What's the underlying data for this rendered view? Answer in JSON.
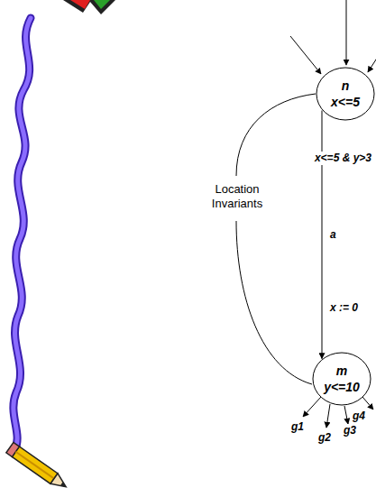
{
  "diagram": {
    "nodes": [
      {
        "text": [
          "n",
          "x<=5"
        ]
      },
      {
        "text": [
          "m",
          "y<=10"
        ]
      }
    ],
    "edges": [
      {
        "from": 0,
        "to": 1,
        "arrow": "to",
        "label": "a"
      }
    ],
    "labels": [
      "x<=5 & y>3",
      "x := 0",
      "Location Invariants",
      "g1",
      "g2",
      "g3",
      "g4"
    ]
  }
}
